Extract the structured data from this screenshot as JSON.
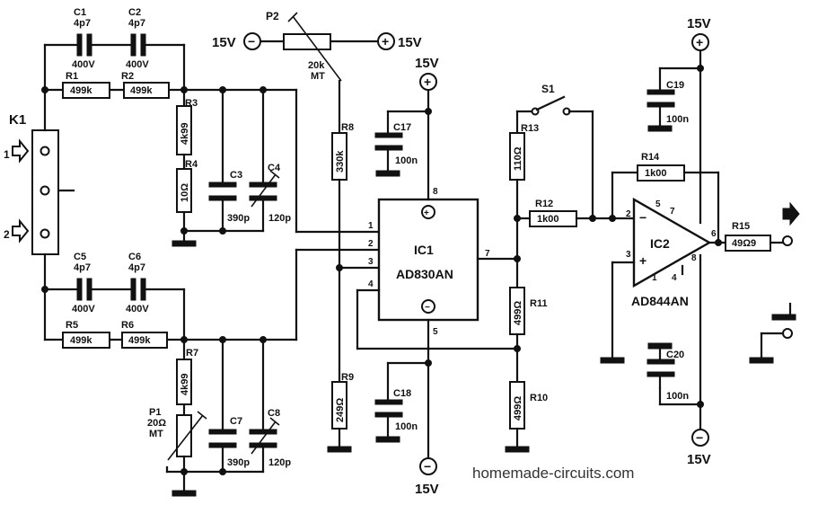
{
  "connector": {
    "ref": "K1",
    "pin1": "1",
    "pin2": "2"
  },
  "components": {
    "C1": {
      "ref": "C1",
      "value": "4p7",
      "rating": "400V"
    },
    "C2": {
      "ref": "C2",
      "value": "4p7",
      "rating": "400V"
    },
    "C5": {
      "ref": "C5",
      "value": "4p7",
      "rating": "400V"
    },
    "C6": {
      "ref": "C6",
      "value": "4p7",
      "rating": "400V"
    },
    "R1": {
      "ref": "R1",
      "value": "499k"
    },
    "R2": {
      "ref": "R2",
      "value": "499k"
    },
    "R5": {
      "ref": "R5",
      "value": "499k"
    },
    "R6": {
      "ref": "R6",
      "value": "499k"
    },
    "R3": {
      "ref": "R3",
      "value": "4k99"
    },
    "R4": {
      "ref": "R4",
      "value": "10Ω"
    },
    "R7": {
      "ref": "R7",
      "value": "4k99"
    },
    "P1": {
      "ref": "P1",
      "value": "20Ω",
      "type": "MT"
    },
    "C3": {
      "ref": "C3",
      "value": "390p"
    },
    "C4": {
      "ref": "C4",
      "value": "120p"
    },
    "C7": {
      "ref": "C7",
      "value": "390p"
    },
    "C8": {
      "ref": "C8",
      "value": "120p"
    },
    "P2": {
      "ref": "P2",
      "value": "20k",
      "type": "MT"
    },
    "R8": {
      "ref": "R8",
      "value": "330k"
    },
    "R9": {
      "ref": "R9",
      "value": "249Ω"
    },
    "C17": {
      "ref": "C17",
      "value": "100n"
    },
    "C18": {
      "ref": "C18",
      "value": "100n"
    },
    "R13": {
      "ref": "R13",
      "value": "110Ω"
    },
    "R12": {
      "ref": "R12",
      "value": "1k00"
    },
    "R11": {
      "ref": "R11",
      "value": "499Ω"
    },
    "R10": {
      "ref": "R10",
      "value": "499Ω"
    },
    "S1": {
      "ref": "S1"
    },
    "R14": {
      "ref": "R14",
      "value": "1k00"
    },
    "C19": {
      "ref": "C19",
      "value": "100n"
    },
    "C20": {
      "ref": "C20",
      "value": "100n"
    },
    "R15": {
      "ref": "R15",
      "value": "49Ω9"
    }
  },
  "ic1": {
    "ref": "IC1",
    "part": "AD830AN",
    "pins": [
      "1",
      "2",
      "3",
      "4",
      "5",
      "7",
      "8"
    ]
  },
  "ic2": {
    "ref": "IC2",
    "part": "AD844AN",
    "pins": [
      "2",
      "3",
      "4",
      "5",
      "6",
      "7",
      "8",
      "1"
    ]
  },
  "supplies": {
    "neg_left": "15V",
    "pos_right": "15V",
    "ic1_top": "15V",
    "ic1_bottom": "15V",
    "ic2_top": "15V",
    "ic2_bottom": "15V"
  },
  "symbols": {
    "plus": "+",
    "minus": "−",
    "plus_icon": "plus-circle-icon",
    "minus_icon": "minus-circle-icon"
  },
  "watermark": "homemade-circuits.com"
}
